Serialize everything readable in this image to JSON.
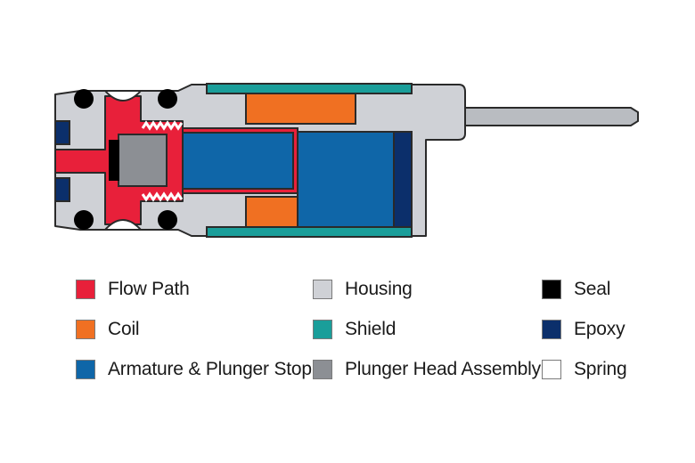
{
  "colors": {
    "flow_path": "#e8203a",
    "coil": "#f07022",
    "armature": "#0f66a8",
    "housing": "#cfd1d6",
    "shield": "#1a9e9a",
    "plunger_head": "#8c8f94",
    "seal": "#000000",
    "epoxy": "#0b2f6b",
    "spring": "#ffffff",
    "outline": "#2a2a2a",
    "pin": "#b9bcc1"
  },
  "legend": [
    {
      "key": "flow_path",
      "label": "Flow Path",
      "color": "#e8203a"
    },
    {
      "key": "coil",
      "label": "Coil",
      "color": "#f07022"
    },
    {
      "key": "armature",
      "label": "Armature & Plunger Stop",
      "color": "#0f66a8"
    },
    {
      "key": "housing",
      "label": "Housing",
      "color": "#cfd1d6"
    },
    {
      "key": "shield",
      "label": "Shield",
      "color": "#1a9e9a"
    },
    {
      "key": "plunger_head",
      "label": "Plunger Head Assembly",
      "color": "#8c8f94"
    },
    {
      "key": "seal",
      "label": "Seal",
      "color": "#000000"
    },
    {
      "key": "epoxy",
      "label": "Epoxy",
      "color": "#0b2f6b"
    },
    {
      "key": "spring",
      "label": "Spring",
      "color": "#ffffff"
    }
  ]
}
